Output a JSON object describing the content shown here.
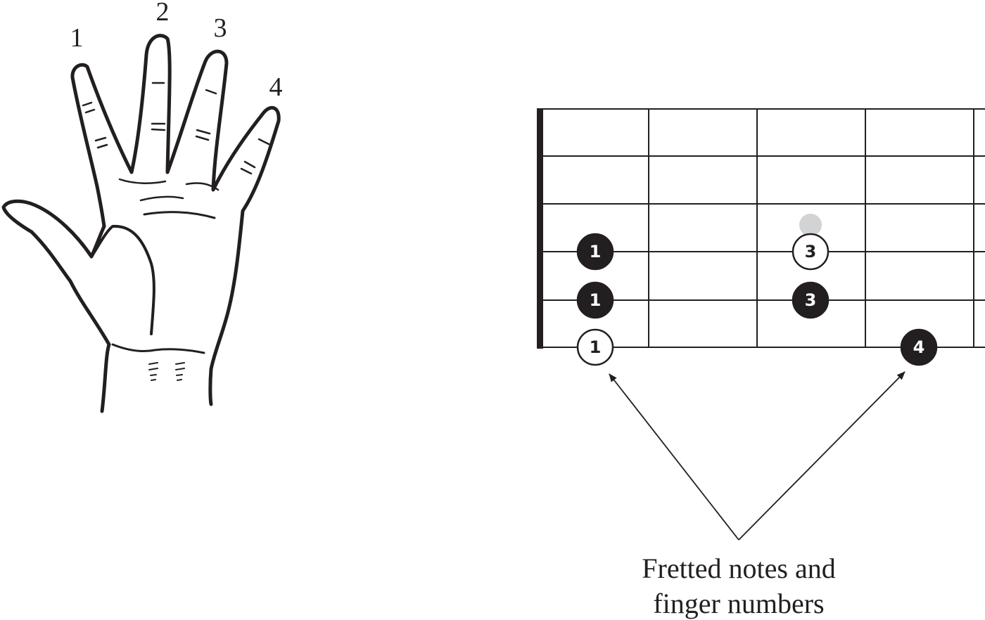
{
  "hand": {
    "finger_labels": [
      "1",
      "2",
      "3",
      "4"
    ]
  },
  "fretboard": {
    "string_count": 6,
    "fret_count": 4,
    "dots": [
      {
        "string": 4,
        "fret": 1,
        "label": "1",
        "style": "filled"
      },
      {
        "string": 5,
        "fret": 1,
        "label": "1",
        "style": "filled"
      },
      {
        "string": 6,
        "fret": 1,
        "label": "1",
        "style": "open"
      },
      {
        "string": 4,
        "fret": 3,
        "label": "3",
        "style": "open"
      },
      {
        "string": 5,
        "fret": 3,
        "label": "3",
        "style": "filled"
      },
      {
        "string": 6,
        "fret": 4,
        "label": "4",
        "style": "filled"
      }
    ],
    "ghost_dot": {
      "string": 3.5,
      "fret": 3
    }
  },
  "caption": {
    "line1": "Fretted notes and",
    "line2": "finger numbers"
  },
  "colors": {
    "ink": "#231f20",
    "ghost": "#d1d3d4",
    "paper": "#ffffff"
  }
}
